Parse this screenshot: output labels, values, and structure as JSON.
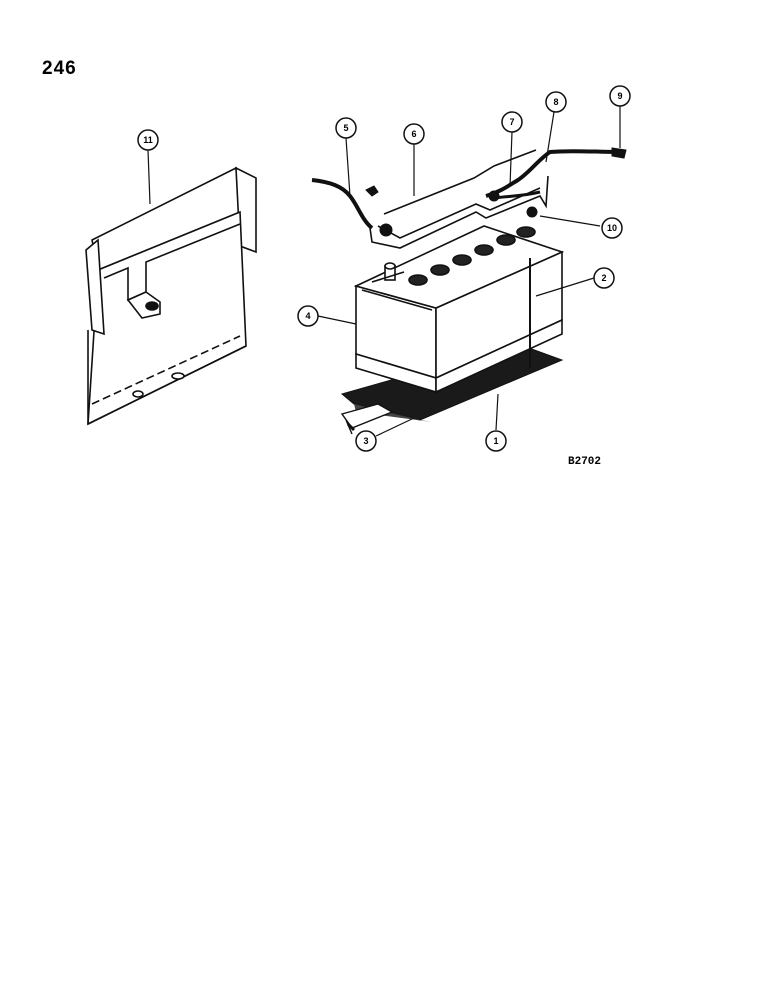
{
  "page_number": "246",
  "drawing_code": "B2702",
  "callouts": [
    "1",
    "2",
    "3",
    "4",
    "5",
    "6",
    "7",
    "8",
    "9",
    "10",
    "11"
  ],
  "colors": {
    "ink": "#111111",
    "paper": "#ffffff",
    "pad": "#1a1a1a"
  }
}
